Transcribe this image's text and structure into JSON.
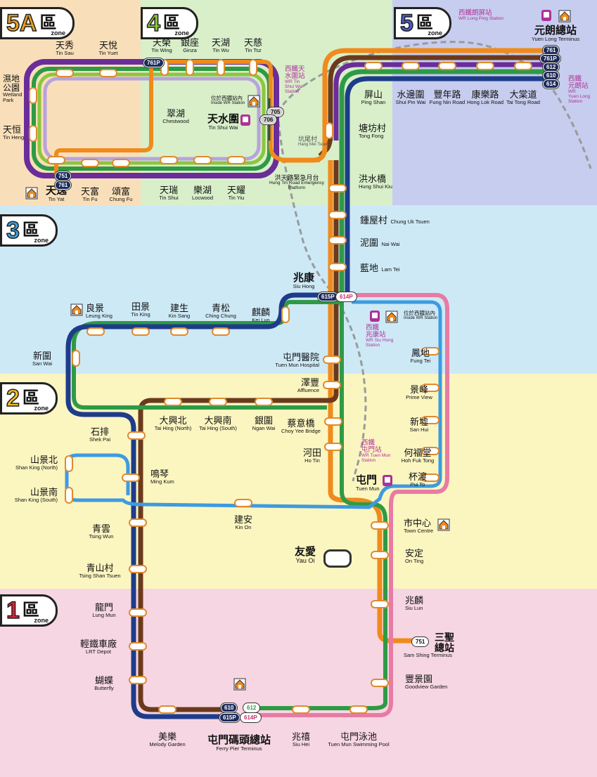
{
  "zones": [
    {
      "id": "5A",
      "char": "區",
      "word": "zone",
      "numColor": "#e8a020"
    },
    {
      "id": "4",
      "char": "區",
      "word": "zone",
      "numColor": "#8cc63f"
    },
    {
      "id": "5",
      "char": "區",
      "word": "zone",
      "numColor": "#4a5bc4"
    },
    {
      "id": "3",
      "char": "區",
      "word": "zone",
      "numColor": "#3aa0dc"
    },
    {
      "id": "2",
      "char": "區",
      "word": "zone",
      "numColor": "#f0c020"
    },
    {
      "id": "1",
      "char": "區",
      "word": "zone",
      "numColor": "#e2203a"
    }
  ],
  "colors": {
    "zone5A": "#f9dfb9",
    "zone4": "#d8efca",
    "zone5": "#c7cdee",
    "zone3": "#cde9f6",
    "zone2": "#fbf5c0",
    "zone1": "#f6d6e2",
    "orange": "#f08a1c",
    "brown": "#6b3a1c",
    "green": "#2f9a45",
    "purple": "#6a2d9a",
    "navy": "#1e3c8a",
    "lightblue": "#3d9be0",
    "pink": "#e77ba4",
    "lightgreen": "#8cc63f",
    "lilac": "#b7a3dc"
  },
  "stations": {
    "tin_sau": {
      "zh": "天秀",
      "en": "Tin Sau"
    },
    "tin_yuet": {
      "zh": "天悅",
      "en": "Tin Yuet"
    },
    "tin_wing": {
      "zh": "天榮",
      "en": "Tin Wing"
    },
    "ginza": {
      "zh": "銀座",
      "en": "Ginza"
    },
    "tin_wu": {
      "zh": "天湖",
      "en": "Tin Wu"
    },
    "tin_tsz": {
      "zh": "天慈",
      "en": "Tin Tsz"
    },
    "wetland_park": {
      "zh": "濕地公園",
      "en": "Wetland Park"
    },
    "tin_heng": {
      "zh": "天恒",
      "en": "Tin Heng"
    },
    "chestwood": {
      "zh": "翠湖",
      "en": "Chestwood"
    },
    "tin_shui_wai": {
      "zh": "天水圍",
      "en": "Tin Shui Wai"
    },
    "tin_yat": {
      "zh": "天逸",
      "en": "Tin Yat"
    },
    "tin_fu": {
      "zh": "天富",
      "en": "Tin Fu"
    },
    "chung_fu": {
      "zh": "頌富",
      "en": "Chung Fu"
    },
    "tin_shui": {
      "zh": "天瑞",
      "en": "Tin Shui"
    },
    "locwood": {
      "zh": "樂湖",
      "en": "Locwood"
    },
    "tin_yiu": {
      "zh": "天耀",
      "en": "Tin Yiu"
    },
    "ping_shan": {
      "zh": "屏山",
      "en": "Ping Shan"
    },
    "shui_pin_wai": {
      "zh": "水邊圍",
      "en": "Shui Pin Wai"
    },
    "fung_nin_road": {
      "zh": "豐年路",
      "en": "Fung Nin Road"
    },
    "hong_lok_road": {
      "zh": "康樂路",
      "en": "Hong Lok Road"
    },
    "tai_tong_road": {
      "zh": "大棠道",
      "en": "Tai Tong Road"
    },
    "yuen_long_terminus": {
      "zh": "元朗總站",
      "en": "Yuen Long Terminus"
    },
    "tong_fong": {
      "zh": "塘坊村",
      "en": "Tong Fong"
    },
    "hang_mei_tsuen": {
      "zh": "坑尾村",
      "en": "Hang Mei Tsuen"
    },
    "hung_shui_kiu": {
      "zh": "洪水橋",
      "en": "Hung Shui Kiu"
    },
    "hung_tin_road": {
      "zh": "洪天路緊急月台",
      "en": "Hung Tin Road Emergency Platform"
    },
    "chung_uk_tsuen": {
      "zh": "鍾屋村",
      "en": "Chung Uk Tsuen"
    },
    "nai_wai": {
      "zh": "泥圍",
      "en": "Nai Wai"
    },
    "lam_tei": {
      "zh": "藍地",
      "en": "Lam Tei"
    },
    "siu_hong": {
      "zh": "兆康",
      "en": "Siu Hong"
    },
    "leung_king": {
      "zh": "良景",
      "en": "Leung King"
    },
    "tin_king": {
      "zh": "田景",
      "en": "Tin King"
    },
    "kin_sang": {
      "zh": "建生",
      "en": "Kin Sang"
    },
    "ching_chung": {
      "zh": "青松",
      "en": "Ching Chung"
    },
    "kei_lun": {
      "zh": "麒麟",
      "en": "Kei Lun"
    },
    "san_wai": {
      "zh": "新圍",
      "en": "San Wai"
    },
    "tuen_mun_hospital": {
      "zh": "屯門醫院",
      "en": "Tuen Mun Hospital"
    },
    "fung_tei": {
      "zh": "鳳地",
      "en": "Fung Tei"
    },
    "affluence": {
      "zh": "澤豐",
      "en": "Affluence"
    },
    "shek_pai": {
      "zh": "石排",
      "en": "Shek Pai"
    },
    "tai_hing_north": {
      "zh": "大興北",
      "en": "Tai Hing (North)"
    },
    "tai_hing_south": {
      "zh": "大興南",
      "en": "Tai Hing (South)"
    },
    "ngan_wai": {
      "zh": "銀圍",
      "en": "Ngan Wai"
    },
    "choy_yee_bridge": {
      "zh": "蔡意橋",
      "en": "Choy Yee Bridge"
    },
    "prime_view": {
      "zh": "景峰",
      "en": "Prime View"
    },
    "san_hui": {
      "zh": "新墟",
      "en": "San Hui"
    },
    "hoh_fuk_tong": {
      "zh": "何福堂",
      "en": "Hoh Fuk Tong"
    },
    "shan_king_north": {
      "zh": "山景北",
      "en": "Shan King (North)"
    },
    "shan_king_south": {
      "zh": "山景南",
      "en": "Shan King (South)"
    },
    "ming_kum": {
      "zh": "鳴琴",
      "en": "Ming Kum"
    },
    "ho_tin": {
      "zh": "河田",
      "en": "Ho Tin"
    },
    "tuen_mun": {
      "zh": "屯門",
      "en": "Tuen Mun"
    },
    "pui_to": {
      "zh": "杯渡",
      "en": "Pui To"
    },
    "kin_on": {
      "zh": "建安",
      "en": "Kin On"
    },
    "town_centre": {
      "zh": "市中心",
      "en": "Town Centre"
    },
    "tsing_wun": {
      "zh": "青雲",
      "en": "Tsing Wun"
    },
    "yau_oi": {
      "zh": "友愛",
      "en": "Yau Oi"
    },
    "on_ting": {
      "zh": "安定",
      "en": "On Ting"
    },
    "tsing_shan_tsuen": {
      "zh": "青山村",
      "en": "Tsing Shan Tsuen"
    },
    "siu_lun": {
      "zh": "兆麟",
      "en": "Siu Lun"
    },
    "lung_mun": {
      "zh": "龍門",
      "en": "Lung Mun"
    },
    "sam_shing_terminus": {
      "zh": "三聖總站",
      "en": "Sam Shing Terminus"
    },
    "lrt_depot": {
      "zh": "輕鐵車廠",
      "en": "LRT Depot"
    },
    "butterfly": {
      "zh": "蝴蝶",
      "en": "Butterfly"
    },
    "goodview_garden": {
      "zh": "豐景園",
      "en": "Goodview Garden"
    },
    "melody_garden": {
      "zh": "美樂",
      "en": "Melody Garden"
    },
    "ferry_pier_terminus": {
      "zh": "屯門碼頭總站",
      "en": "Ferry Pier Terminus"
    },
    "siu_hei": {
      "zh": "兆禧",
      "en": "Siu Hei"
    },
    "tuen_mun_swimming_pool": {
      "zh": "屯門泳池",
      "en": "Tuen Mun Swimming Pool"
    }
  },
  "west_rail": {
    "long_ping": {
      "zh": "西鐵朗屏站",
      "en": "WR Long Ping Station"
    },
    "tin_shui_wai": {
      "zh1": "西鐵天",
      "zh2": "水圍站",
      "en1": "WR Tin",
      "en2": "Shui Wai",
      "en3": "Station"
    },
    "yuen_long": {
      "zh1": "西鐵",
      "zh2": "元朗站",
      "en1": "WR",
      "en2": "Yuen Long",
      "en3": "Station"
    },
    "siu_hong": {
      "zh1": "西鐵",
      "zh2": "兆康站",
      "en1": "WR Siu Hong",
      "en2": "Station"
    },
    "tuen_mun": {
      "zh1": "西鐵",
      "zh2": "屯門站",
      "en1": "WR Tuen Mun",
      "en2": "Station"
    }
  },
  "inside_wr": {
    "zh": "位於西鐵站內",
    "en": "Inside WR Station"
  },
  "route_tags": {
    "r761p": "761P",
    "r751": "751",
    "r705": "705",
    "r706": "706",
    "r612": "612",
    "r610": "610",
    "r614": "614",
    "r615p": "615P",
    "r614p": "614P"
  }
}
